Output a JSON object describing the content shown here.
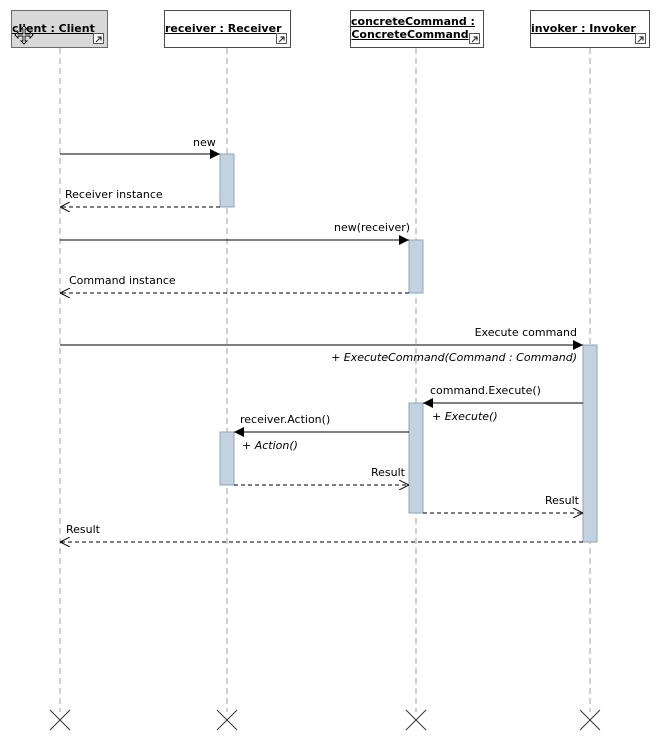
{
  "lifelines": [
    {
      "name": "client : Client"
    },
    {
      "name": "receiver : Receiver"
    },
    {
      "name": "concreteCommand : ConcreteCommand",
      "line1": "concreteCommand :",
      "line2": "ConcreteCommand"
    },
    {
      "name": "invoker : Invoker"
    }
  ],
  "messages": [
    {
      "label": "new"
    },
    {
      "label": "Receiver instance"
    },
    {
      "label": "new(receiver)"
    },
    {
      "label": "Command instance"
    },
    {
      "label": "Execute command",
      "operation": "+ ExecuteCommand(Command : Command)"
    },
    {
      "label": "command.Execute()",
      "operation": "+ Execute()"
    },
    {
      "label": "receiver.Action()",
      "operation": "+ Action()"
    },
    {
      "label": "Result"
    },
    {
      "label": "Result"
    },
    {
      "label": "Result"
    }
  ]
}
